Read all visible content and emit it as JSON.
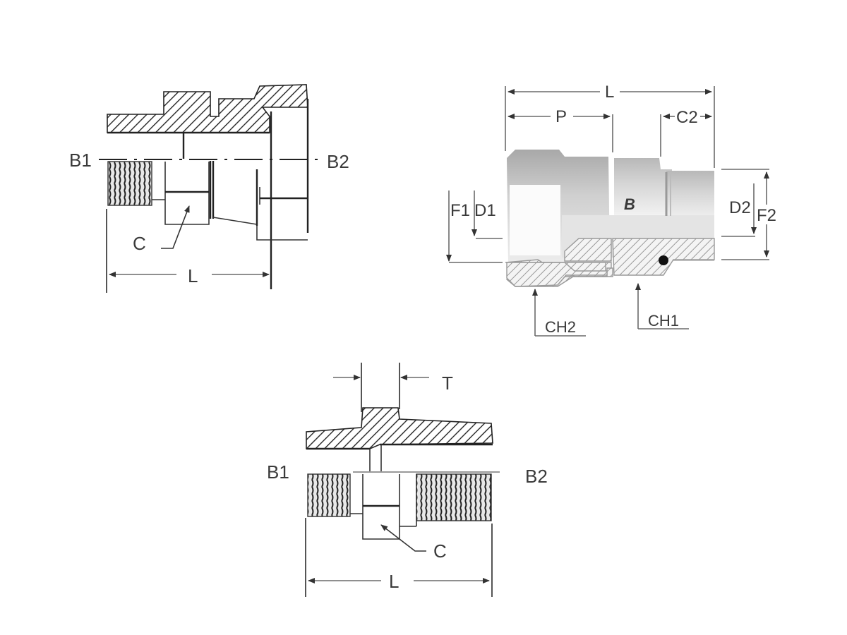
{
  "diagram": {
    "type": "technical-drawing",
    "subject": "hydraulic adapter fittings",
    "colors": {
      "background": "#ffffff",
      "line": "#222222",
      "label": "#3a3a3a",
      "body_shade": "#c8c8c8",
      "body_light": "#e6e6e6",
      "seal": "#111111"
    },
    "views": [
      {
        "id": "swivel-adapter-section",
        "labels": {
          "left_port": "B1",
          "right_port": "B2",
          "hex": "C",
          "length": "L"
        }
      },
      {
        "id": "female-male-adapter-3d",
        "labels": {
          "length": "L",
          "p": "P",
          "c2": "C2",
          "f1": "F1",
          "d1": "D1",
          "d2": "D2",
          "f2": "F2",
          "ch2": "CH2",
          "ch1": "CH1",
          "logo": "B"
        }
      },
      {
        "id": "reducing-nipple-section",
        "labels": {
          "thickness": "T",
          "left_port": "B1",
          "right_port": "B2",
          "hex": "C",
          "length": "L"
        }
      }
    ]
  }
}
